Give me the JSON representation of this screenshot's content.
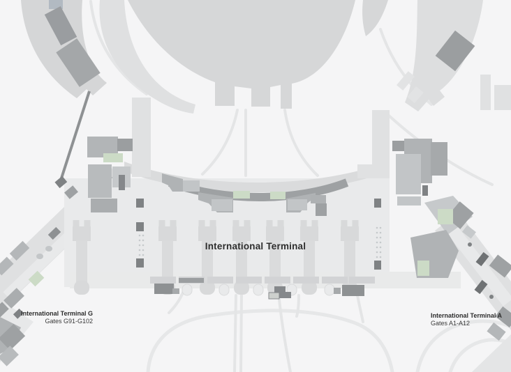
{
  "map": {
    "center_terminal": {
      "label": "International Terminal"
    },
    "terminal_g": {
      "label": "International Terminal G",
      "gates": "Gates G91-G102"
    },
    "terminal_a": {
      "label": "International Terminal A",
      "gates": "Gates A1-A12"
    },
    "colors": {
      "background": "#f5f5f6",
      "roadway_island": "#d6d7d8",
      "terminal_arc_band": "#dadbdc",
      "concourse_dark_band": "#9ea1a3",
      "terminal_hall": "#e9eaeb",
      "gate_pier": "#d8d9da",
      "building_medium": "#b4b7b9",
      "building_dark": "#7f8284",
      "building_green": "#ccdbc6",
      "road_line": "#e4e5e6",
      "label_text": "#2d2d2d"
    }
  }
}
